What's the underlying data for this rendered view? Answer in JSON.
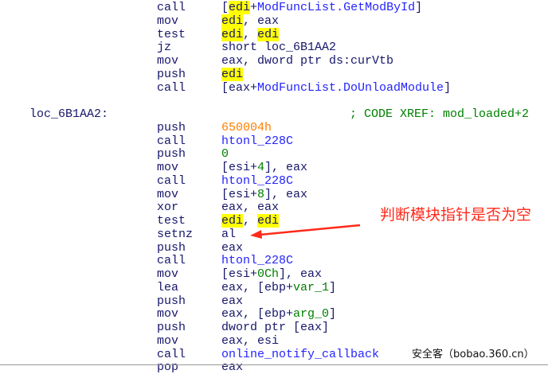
{
  "lines": [
    {
      "mn": "call",
      "op": [
        {
          "t": "["
        },
        {
          "t": "edi",
          "c": "hl"
        },
        {
          "t": "+"
        },
        {
          "t": "ModFuncList.GetModById",
          "c": "name"
        },
        {
          "t": "]"
        }
      ]
    },
    {
      "mn": "mov",
      "op": [
        {
          "t": "edi",
          "c": "hl"
        },
        {
          "t": ", eax"
        }
      ]
    },
    {
      "mn": "test",
      "op": [
        {
          "t": "edi",
          "c": "hl"
        },
        {
          "t": ", "
        },
        {
          "t": "edi",
          "c": "hl"
        }
      ]
    },
    {
      "mn": "jz",
      "op": [
        {
          "t": "short loc_6B1AA2"
        }
      ]
    },
    {
      "mn": "mov",
      "op": [
        {
          "t": "eax, dword ptr ds:curVtb"
        }
      ]
    },
    {
      "mn": "push",
      "op": [
        {
          "t": "edi",
          "c": "hl"
        }
      ]
    },
    {
      "mn": "call",
      "op": [
        {
          "t": "[eax+"
        },
        {
          "t": "ModFuncList.DoUnloadModule",
          "c": "name"
        },
        {
          "t": "]"
        }
      ]
    },
    {
      "blank": true
    },
    {
      "label": "loc_6B1AA2:",
      "comment": "; CODE XREF: mod_loaded+2"
    },
    {
      "mn": "push",
      "op": [
        {
          "t": "650004h",
          "c": "num"
        }
      ]
    },
    {
      "mn": "call",
      "op": [
        {
          "t": "htonl_228C",
          "c": "name"
        }
      ]
    },
    {
      "mn": "push",
      "op": [
        {
          "t": "0",
          "c": "grn"
        }
      ]
    },
    {
      "mn": "mov",
      "op": [
        {
          "t": "[esi+"
        },
        {
          "t": "4",
          "c": "grn"
        },
        {
          "t": "], eax"
        }
      ]
    },
    {
      "mn": "call",
      "op": [
        {
          "t": "htonl_228C",
          "c": "name"
        }
      ]
    },
    {
      "mn": "mov",
      "op": [
        {
          "t": "[esi+"
        },
        {
          "t": "8",
          "c": "grn"
        },
        {
          "t": "], eax"
        }
      ]
    },
    {
      "mn": "xor",
      "op": [
        {
          "t": "eax, eax"
        }
      ]
    },
    {
      "mn": "test",
      "op": [
        {
          "t": "edi",
          "c": "hl"
        },
        {
          "t": ", "
        },
        {
          "t": "edi",
          "c": "hl"
        }
      ]
    },
    {
      "mn": "setnz",
      "op": [
        {
          "t": "al"
        }
      ]
    },
    {
      "mn": "push",
      "op": [
        {
          "t": "eax"
        }
      ]
    },
    {
      "mn": "call",
      "op": [
        {
          "t": "htonl_228C",
          "c": "name"
        }
      ]
    },
    {
      "mn": "mov",
      "op": [
        {
          "t": "[esi+"
        },
        {
          "t": "0Ch",
          "c": "grn"
        },
        {
          "t": "], eax"
        }
      ]
    },
    {
      "mn": "lea",
      "op": [
        {
          "t": "eax, [ebp+"
        },
        {
          "t": "var_1",
          "c": "grn"
        },
        {
          "t": "]"
        }
      ]
    },
    {
      "mn": "push",
      "op": [
        {
          "t": "eax"
        }
      ]
    },
    {
      "mn": "mov",
      "op": [
        {
          "t": "eax, [ebp+"
        },
        {
          "t": "arg_0",
          "c": "grn"
        },
        {
          "t": "]"
        }
      ]
    },
    {
      "mn": "push",
      "op": [
        {
          "t": "dword ptr [eax]"
        }
      ]
    },
    {
      "mn": "mov",
      "op": [
        {
          "t": "eax, esi"
        }
      ]
    },
    {
      "mn": "call",
      "op": [
        {
          "t": "online_notify_callback",
          "c": "name"
        }
      ]
    },
    {
      "mn": "pop",
      "op": [
        {
          "t": "eax"
        }
      ]
    }
  ],
  "annotation": {
    "text": "判断模块指针是否为空",
    "color": "#ff2a1a"
  },
  "watermark": "安全客（bobao.360.cn）",
  "colors": {
    "text": "#17176b",
    "name": "#2424ff",
    "number": "#ff7f00",
    "green": "#008000",
    "highlight": "#ffff00"
  }
}
